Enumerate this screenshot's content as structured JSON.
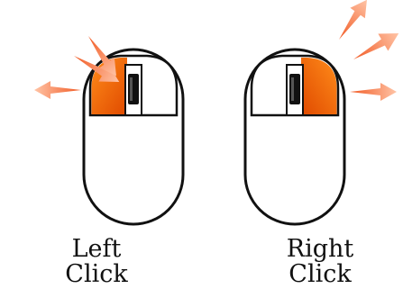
{
  "colors": {
    "highlight_light": "#ff8c1a",
    "highlight_dark": "#e04a00",
    "arrow_light": "#ffc4a6",
    "arrow_dark": "#f15a24",
    "outline": "#111111"
  },
  "left_mouse": {
    "label_line1": "Left",
    "label_line2": "Click",
    "icon": "mouse-left-click-icon"
  },
  "right_mouse": {
    "label_line1": "Right",
    "label_line2": "Click",
    "icon": "mouse-right-click-icon"
  }
}
